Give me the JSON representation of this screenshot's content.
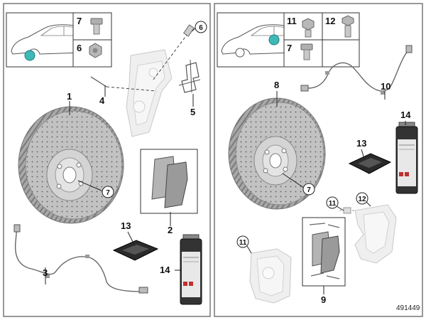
{
  "diagram_id": "491449",
  "colors": {
    "highlight": "#3fb8b8",
    "rotor": "#b9b9b9",
    "rotor_dark": "#8c8c8c",
    "pad": "#9a9a9a"
  },
  "left_panel": {
    "inset_labels": [
      "7",
      "6"
    ],
    "callouts": [
      "1",
      "2",
      "3",
      "4",
      "5",
      "6",
      "7",
      "13",
      "14"
    ]
  },
  "right_panel": {
    "inset_labels": [
      "11",
      "12",
      "7"
    ],
    "callouts": [
      "7",
      "8",
      "9",
      "10",
      "11",
      "11",
      "12",
      "13",
      "14"
    ]
  }
}
